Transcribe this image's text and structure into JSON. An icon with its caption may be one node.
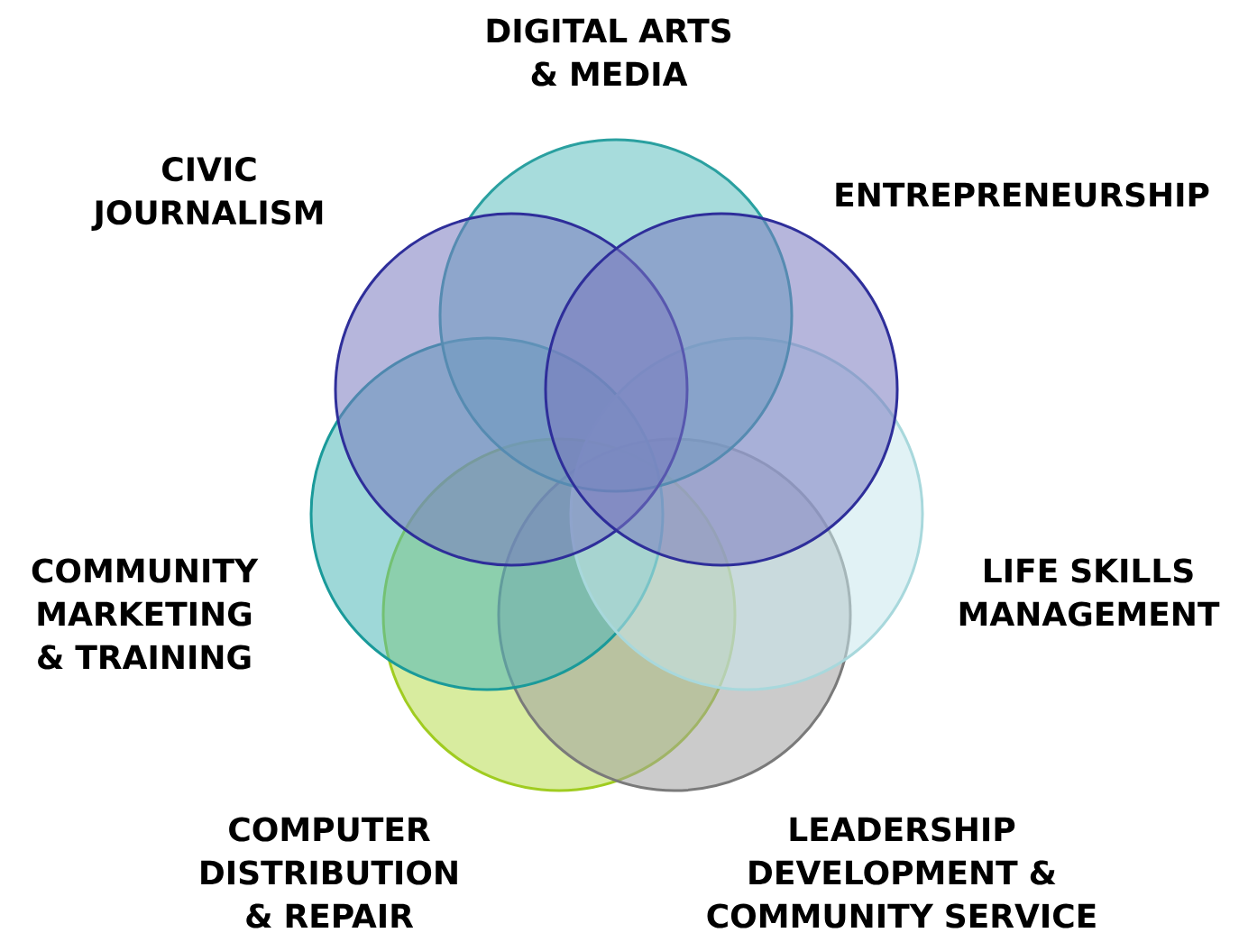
{
  "diagram": {
    "nodes": [
      {
        "text": [
          "DIGITAL ARTS & MEDIA"
        ]
      },
      {
        "text": [
          "CIVIC JOURNALISM"
        ]
      },
      {
        "text": [
          "ENTREPRENEURSHIP"
        ]
      },
      {
        "text": [
          "COMMUNITY MARKETING & TRAINING"
        ]
      },
      {
        "text": [
          "LIFE SKILLS MANAGEMENT"
        ]
      },
      {
        "text": [
          "COMPUTER DISTRIBUTION & REPAIR"
        ]
      },
      {
        "text": [
          "LEADERSHIP DEVELOPMENT & COMMUNITY SERVICE"
        ]
      }
    ]
  }
}
